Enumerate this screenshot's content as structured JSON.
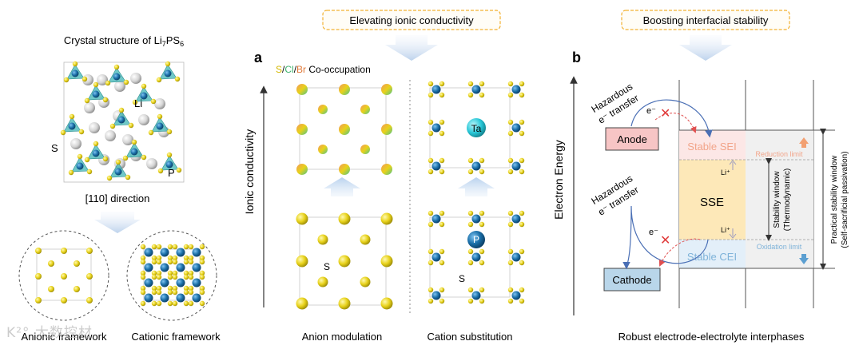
{
  "colors": {
    "sulfur": "#e8d21a",
    "phosphorus": "#1a6fa8",
    "tantalum": "#27c6d6",
    "lithium": "#d4d4d4",
    "tetrahedron": "#3fb6b6",
    "banner_border": "#f2b233",
    "anode_fill": "#f7c5c5",
    "cathode_fill": "#b9d6ea",
    "sei_text": "#f2a58a",
    "cei_text": "#7fb3d9",
    "sse_fill": "#fde8b8",
    "red_x": "#e03b3b",
    "arrow_blue": "#4a6fb5"
  },
  "left_panel": {
    "title_prefix": "Crystal structure of Li",
    "title_sub1": "7",
    "title_mid": "PS",
    "title_sub2": "6",
    "label_li": "Li",
    "label_s": "S",
    "label_p": "P",
    "direction": "[110] direction",
    "anionic": "Anionic framework",
    "cationic": "Cationic framework"
  },
  "panel_a": {
    "banner": "Elevating ionic conductivity",
    "letter": "a",
    "coocc_s": "S",
    "coocc_sep1": "/",
    "coocc_cl": "Cl",
    "coocc_sep2": "/",
    "coocc_br": "Br",
    "coocc_rest": " Co-occupation",
    "yaxis": "Ionic conductivity",
    "label_ta": "Ta",
    "label_p": "P",
    "label_s1": "S",
    "label_s2": "S",
    "caption_left": "Anion modulation",
    "caption_right": "Cation substitution"
  },
  "panel_b": {
    "banner": "Boosting interfacial stability",
    "letter": "b",
    "yaxis": "Electron Energy",
    "hazard_top_1": "Hazardous",
    "hazard_top_2": "e⁻ transfer",
    "hazard_bot_1": "Hazardous",
    "hazard_bot_2": "e⁻ transfer",
    "e_top": "e⁻",
    "e_bot": "e⁻",
    "anode": "Anode",
    "cathode": "Cathode",
    "sei": "Stable SEI",
    "cei": "Stable CEI",
    "reduction": "Reduction limit",
    "oxidation": "Oxidation limit",
    "li_top": "Li⁺",
    "li_bot": "Li⁺",
    "sse": "SSE",
    "window1": "Stability window",
    "window2": "(Thermodynamic)",
    "practical1": "Practical stability window",
    "practical2": "(Self-sacrificial passivation)",
    "caption": "Robust electrode-electrolyte interphases"
  },
  "watermark": "K²° 大数控材"
}
